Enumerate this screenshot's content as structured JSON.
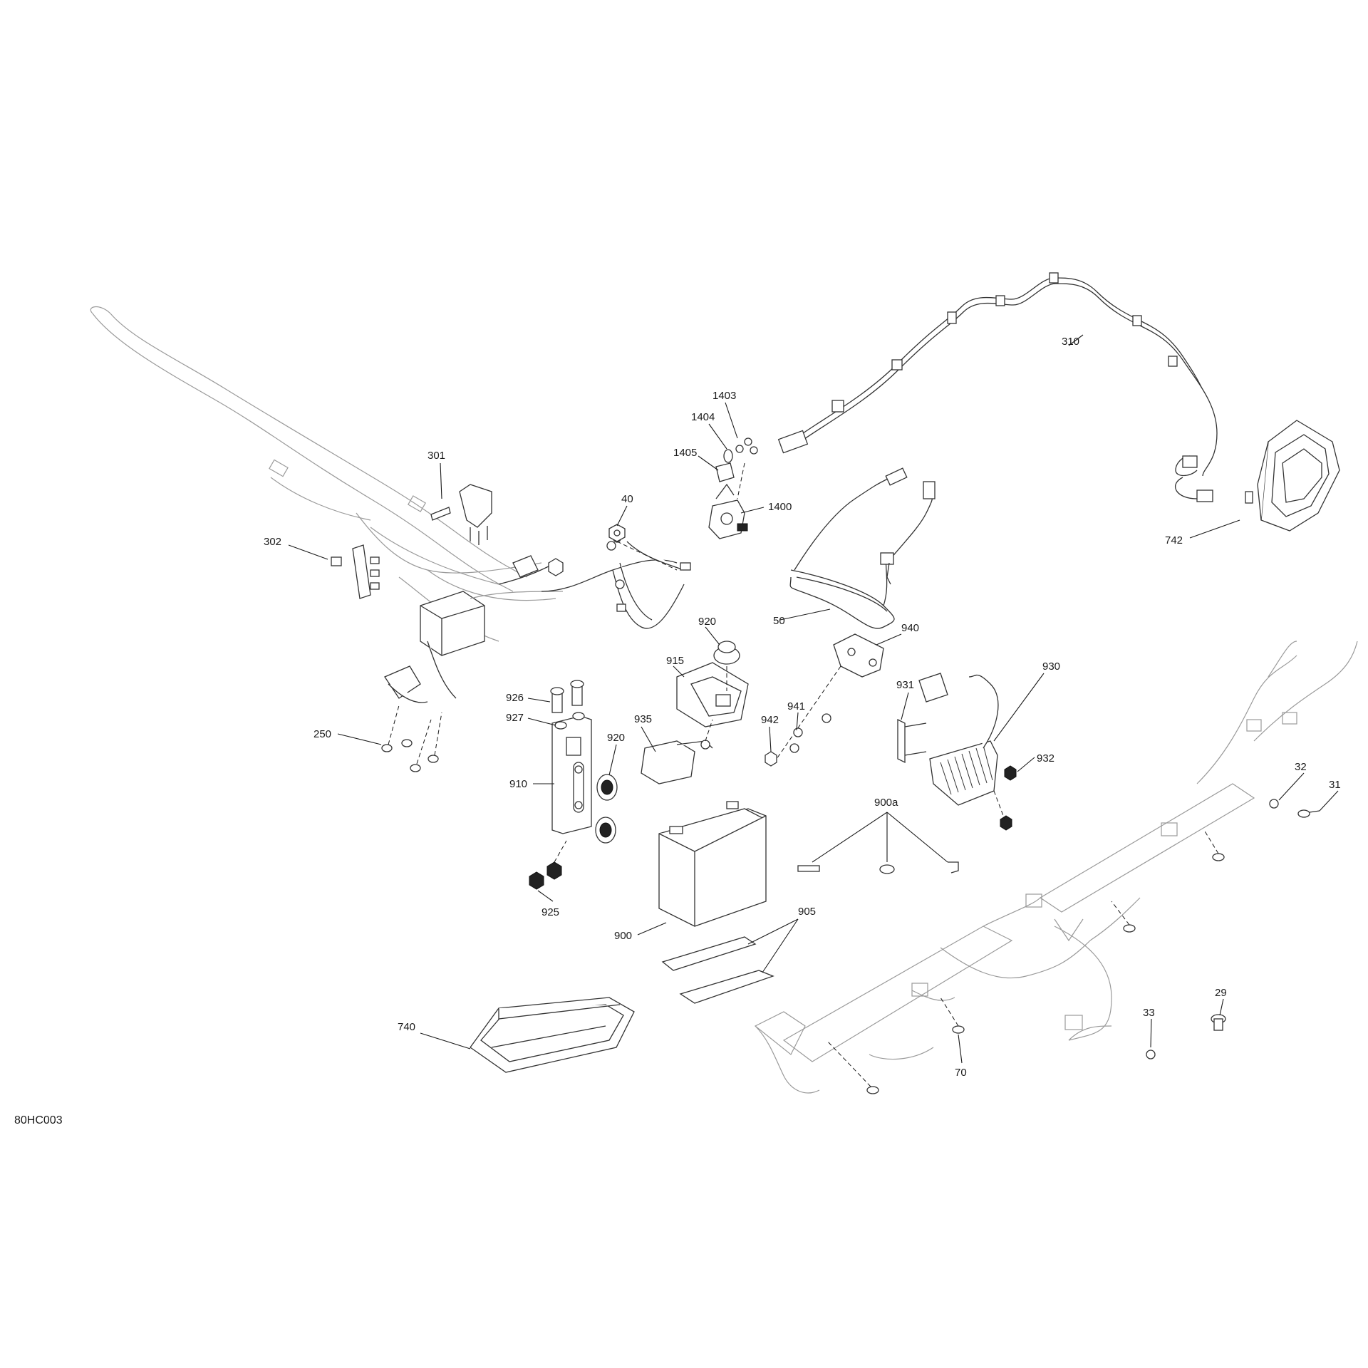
{
  "diagram": {
    "reference_code": "80HC003",
    "callouts": {
      "c301": "301",
      "c302": "302",
      "c250": "250",
      "c40": "40",
      "c1403": "1403",
      "c1404": "1404",
      "c1405": "1405",
      "c1400": "1400",
      "c310": "310",
      "c742": "742",
      "c50": "50",
      "c920a": "920",
      "c915": "915",
      "c940": "940",
      "c931": "931",
      "c930": "930",
      "c932": "932",
      "c926": "926",
      "c927": "927",
      "c935": "935",
      "c920b": "920",
      "c941": "941",
      "c942": "942",
      "c910": "910",
      "c900a": "900a",
      "c32": "32",
      "c31": "31",
      "c925": "925",
      "c900": "900",
      "c905": "905",
      "c740": "740",
      "c29": "29",
      "c33": "33",
      "c70": "70"
    }
  }
}
